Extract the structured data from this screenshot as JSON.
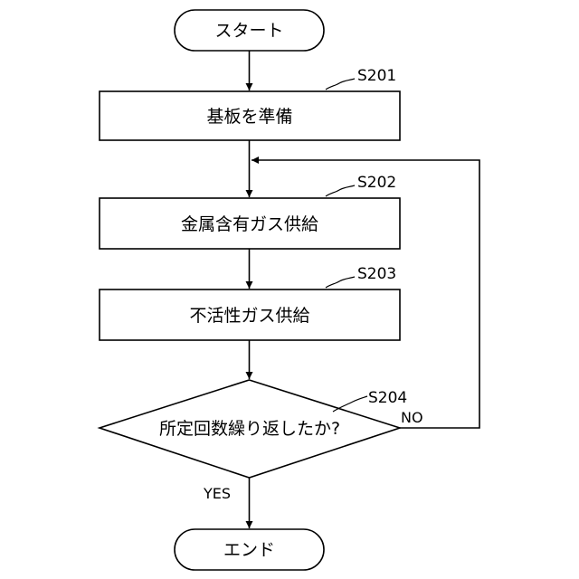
{
  "flowchart": {
    "start": {
      "text": "スタート"
    },
    "end": {
      "text": "エンド"
    },
    "steps": [
      {
        "id": "S201",
        "text": "基板を準備"
      },
      {
        "id": "S202",
        "text": "金属含有ガス供給"
      },
      {
        "id": "S203",
        "text": "不活性ガス供給"
      }
    ],
    "decision": {
      "id": "S204",
      "text": "所定回数繰り返したか?",
      "yes": "YES",
      "no": "NO"
    }
  }
}
